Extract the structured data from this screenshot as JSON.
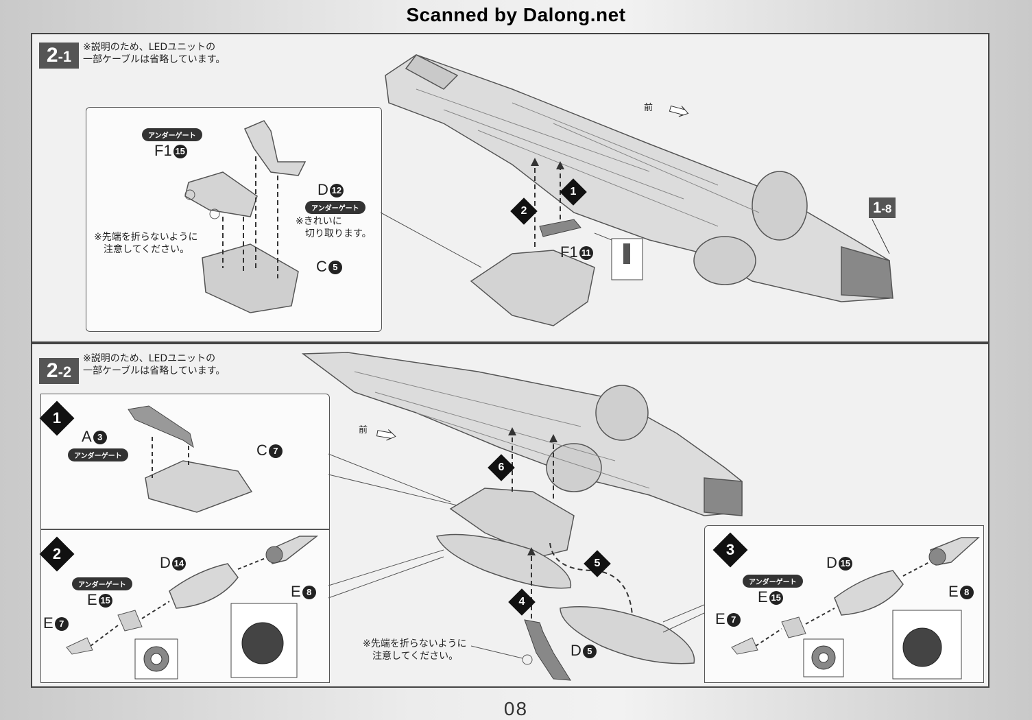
{
  "banner": "Scanned by Dalong.net",
  "page_number": "08",
  "step1": {
    "num": "2",
    "sub": "-1",
    "note": [
      "※説明のため、LEDユニットの",
      "一部ケーブルは省略しています。"
    ],
    "under_gate": "アンダーゲート",
    "f1_label": "F1",
    "f1_num": "15",
    "d_label": "D",
    "d_num": "12",
    "d_gate": "アンダーゲート",
    "clean_cut": [
      "※きれいに",
      "切り取ります。"
    ],
    "tip_caution": [
      "※先端を折らないように",
      "注意してください。"
    ],
    "c_label": "C",
    "c_num": "5",
    "front": "前",
    "mark1": "1",
    "mark2": "2",
    "f1b_label": "F1",
    "f1b_num": "11",
    "ref": "1",
    "ref_sub": "-8"
  },
  "step2": {
    "num": "2",
    "sub": "-2",
    "note": [
      "※説明のため、LEDユニットの",
      "一部ケーブルは省略しています。"
    ],
    "s1": "1",
    "a_label": "A",
    "a_num": "3",
    "a_gate": "アンダーゲート",
    "c_label": "C",
    "c_num": "7",
    "front": "前",
    "mark6": "6",
    "mark5": "5",
    "mark4": "4",
    "s2": "2",
    "d14_label": "D",
    "d14_num": "14",
    "e8_label": "E",
    "e8_num": "8",
    "e15_gate": "アンダーゲート",
    "e15_label": "E",
    "e15_num": "15",
    "e7_label": "E",
    "e7_num": "7",
    "tip_caution": [
      "※先端を折らないように",
      "注意してください。"
    ],
    "d5_label": "D",
    "d5_num": "5",
    "s3": "3",
    "d15_label": "D",
    "d15_num": "15",
    "e8b_label": "E",
    "e8b_num": "8",
    "e15b_gate": "アンダーゲート",
    "e15b_label": "E",
    "e15b_num": "15",
    "e7b_label": "E",
    "e7b_num": "7"
  }
}
